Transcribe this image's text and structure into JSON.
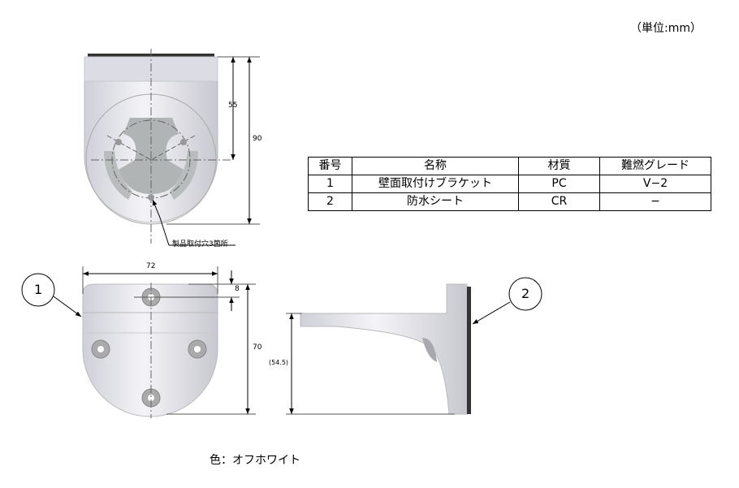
{
  "unit_label": "（単位:mm）",
  "color_label": "色：オフホワイト",
  "top_view": {
    "dim_55": "55",
    "dim_90": "90",
    "note": "製品取付穴3箇所"
  },
  "front_view": {
    "dim_72": "72",
    "dim_8": "8",
    "dim_70": "70",
    "callout": "1"
  },
  "side_view": {
    "dim_54_5": "(54.5)",
    "callout": "2"
  },
  "parts_table": {
    "headers": [
      "番号",
      "名称",
      "材質",
      "難燃グレード"
    ],
    "rows": [
      [
        "1",
        "壁面取付けブラケット",
        "PC",
        "V−2"
      ],
      [
        "2",
        "防水シート",
        "CR",
        "−"
      ]
    ]
  },
  "colors": {
    "body": "#e4e4ec",
    "shade": "#b8b8c0",
    "seal": "#333333"
  }
}
